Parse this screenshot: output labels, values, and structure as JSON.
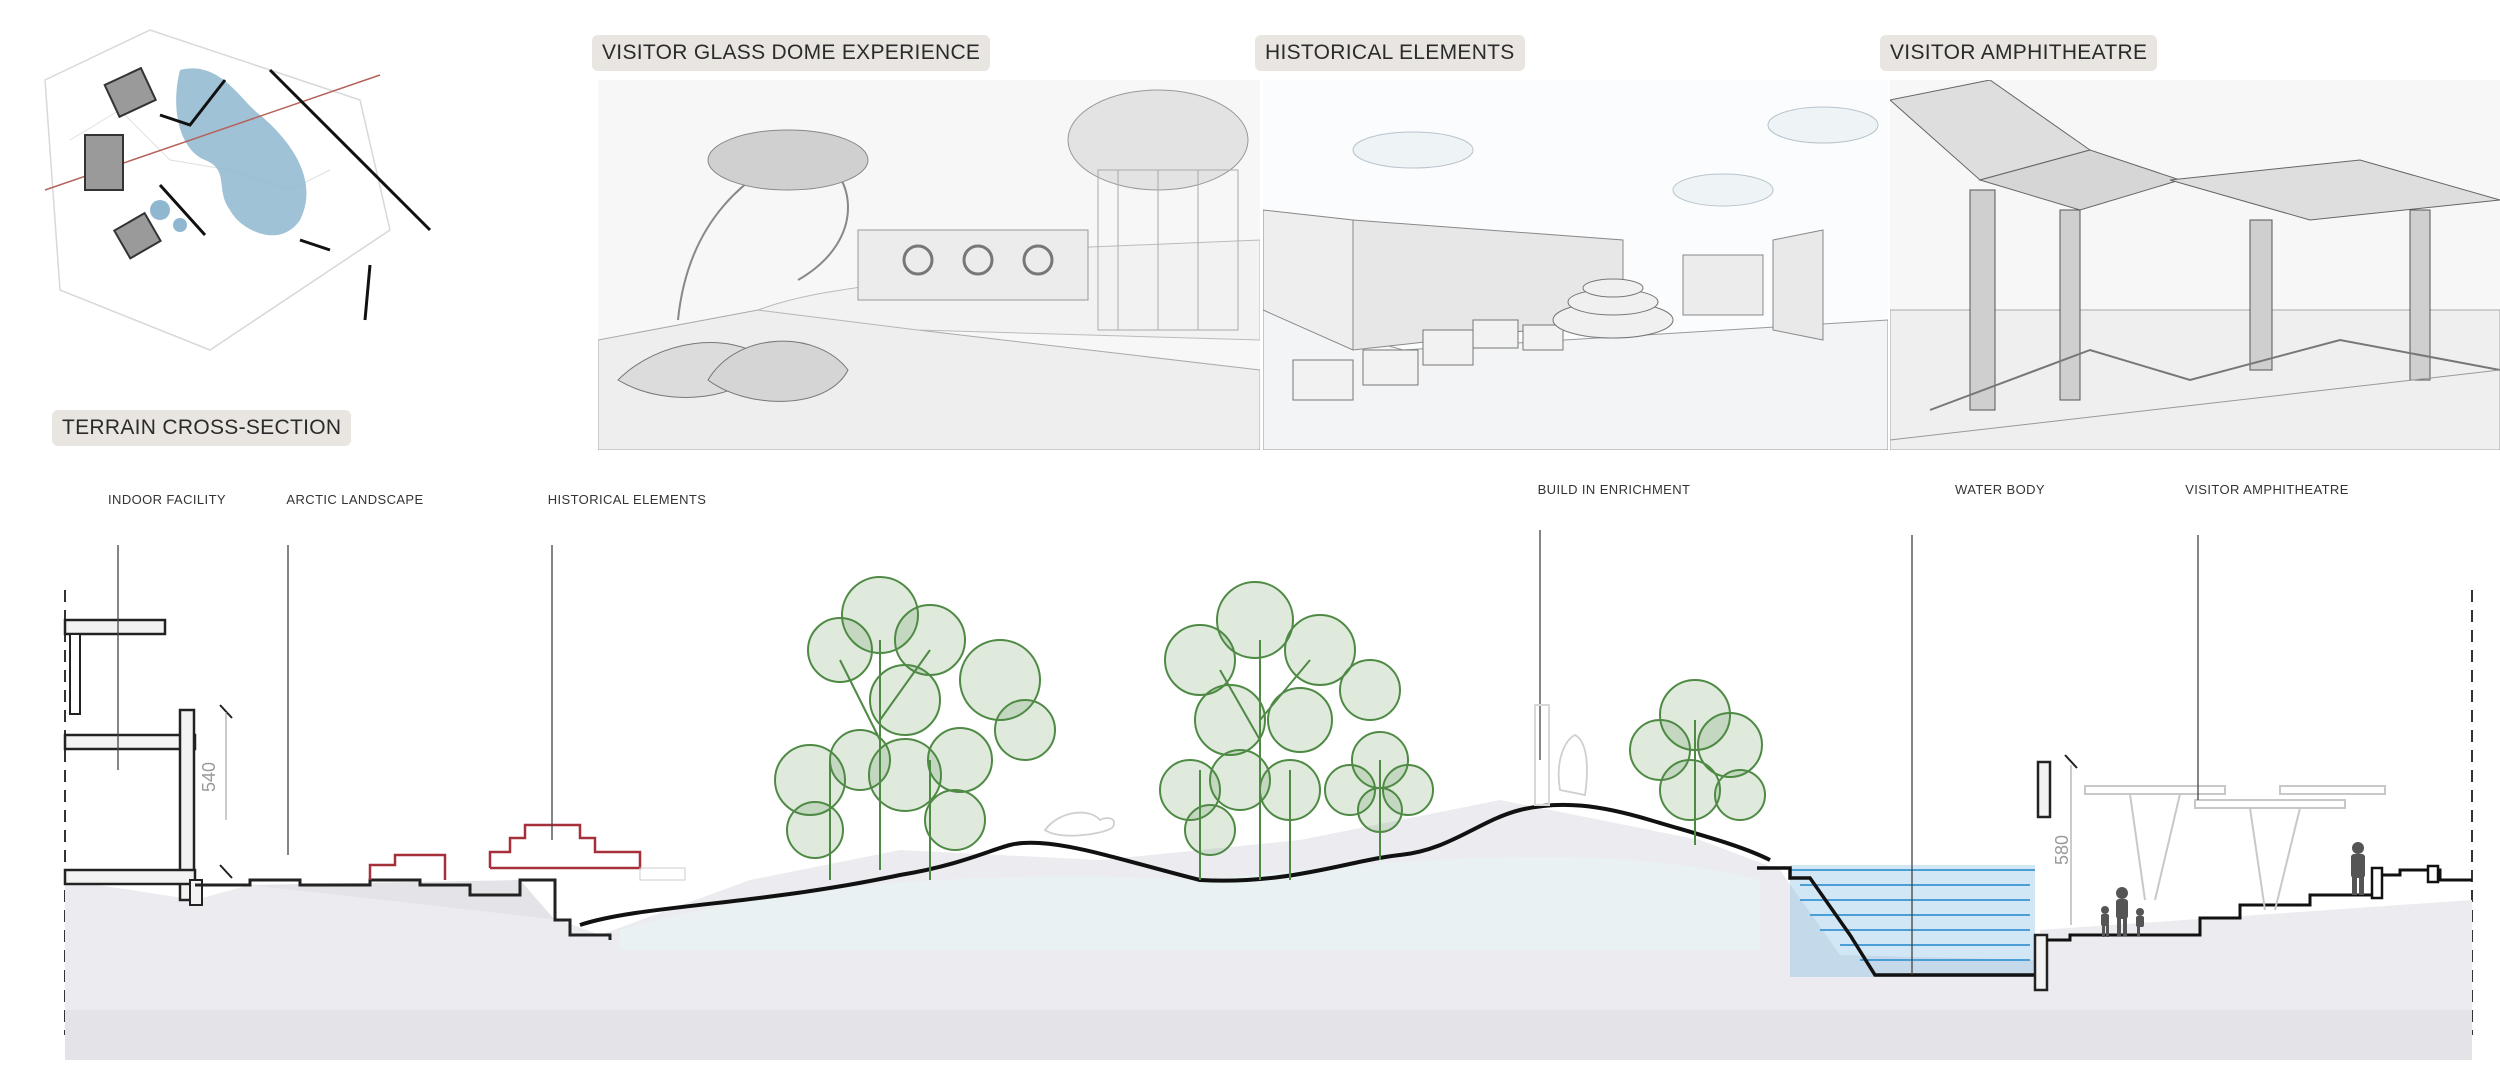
{
  "panels": {
    "dome": {
      "title": "VISITOR GLASS DOME EXPERIENCE"
    },
    "historical": {
      "title": "HISTORICAL ELEMENTS"
    },
    "amphitheatre": {
      "title": "VISITOR AMPHITHEATRE"
    }
  },
  "section": {
    "title": "TERRAIN CROSS-SECTION",
    "callouts": {
      "indoor": "INDOOR FACILITY",
      "arctic": "ARCTIC LANDSCAPE",
      "historical": "HISTORICAL ELEMENTS",
      "enrichment": "BUILD IN ENRICHMENT",
      "water": "WATER BODY",
      "amphitheatre": "VISITOR AMPHITHEATRE"
    },
    "dimensions": {
      "left": "540",
      "right": "580"
    }
  },
  "colors": {
    "tree": "#4f8a45",
    "water": "#4b9fd6",
    "plan_water": "#8fb7d0",
    "red_outline": "#a5303a",
    "ground": "#e4e4e8"
  }
}
